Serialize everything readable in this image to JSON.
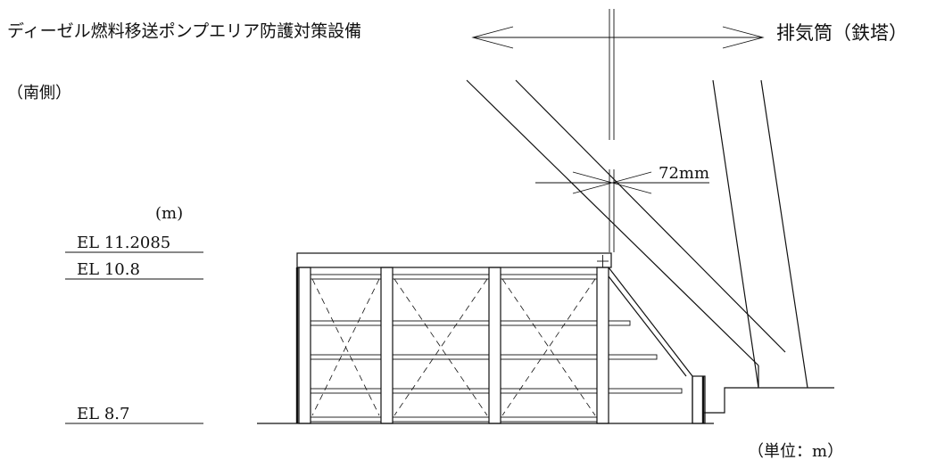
{
  "labels": {
    "left_structure": "ディーゼル燃料移送ポンプエリア防護対策設備",
    "side": "（南側）",
    "right_structure": "排気筒（鉄塔）",
    "gap": "72mm",
    "unit_m": "(m)",
    "unit_note": "（単位：m）"
  },
  "elevations": [
    {
      "text": "EL 11.2085",
      "value": 11.2085
    },
    {
      "text": "EL 10.8",
      "value": 10.8
    },
    {
      "text": "EL  8.7",
      "value": 8.7
    }
  ]
}
